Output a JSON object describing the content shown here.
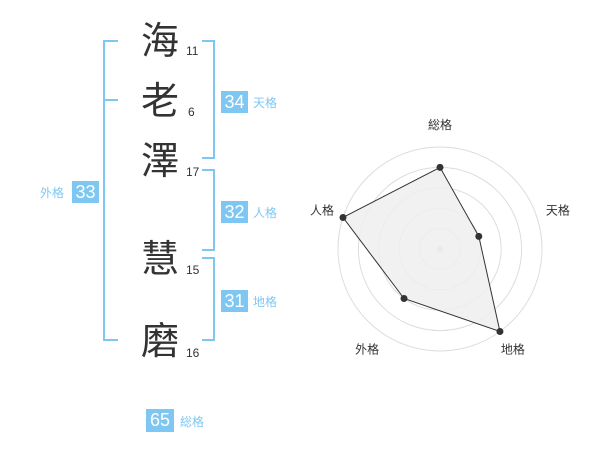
{
  "name": {
    "chars": [
      {
        "char": "海",
        "strokes": "11"
      },
      {
        "char": "老",
        "strokes": "6"
      },
      {
        "char": "澤",
        "strokes": "17"
      },
      {
        "char": "慧",
        "strokes": "15"
      },
      {
        "char": "磨",
        "strokes": "16"
      }
    ]
  },
  "fortune": {
    "tenkaku": {
      "value": "34",
      "label": "天格"
    },
    "jinkaku": {
      "value": "32",
      "label": "人格"
    },
    "chikaku": {
      "value": "31",
      "label": "地格"
    },
    "gaikaku": {
      "value": "33",
      "label": "外格"
    },
    "soukaku": {
      "value": "65",
      "label": "総格"
    }
  },
  "colors": {
    "accent": "#7fc7f3",
    "text": "#333333",
    "radar_fill": "#eeeeee",
    "radar_line": "#333333",
    "grid": "#dddddd"
  },
  "chart_data": {
    "type": "radar",
    "axes": [
      "総格",
      "天格",
      "地格",
      "外格",
      "人格"
    ],
    "max": 5,
    "values": [
      4,
      2,
      5,
      3,
      5
    ]
  }
}
